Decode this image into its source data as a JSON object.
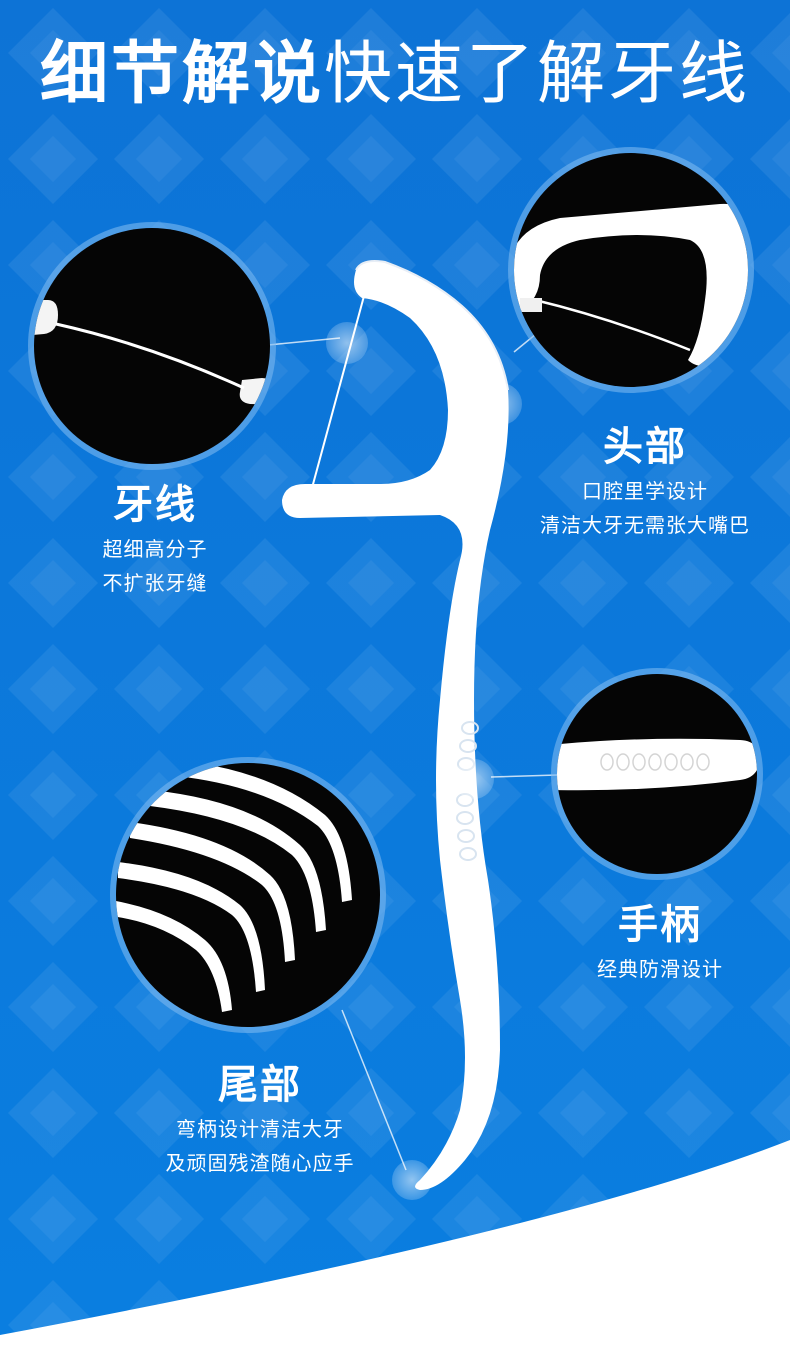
{
  "colors": {
    "background_blue": "#0a78d8",
    "circle_black": "#050505",
    "floss_white": "#ffffff"
  },
  "title": {
    "bold": "细节解说",
    "light": "快速了解牙线"
  },
  "details": {
    "floss": {
      "heading": "牙线",
      "lines": [
        "超细高分子",
        "不扩张牙缝"
      ]
    },
    "head": {
      "heading": "头部",
      "lines": [
        "口腔里学设计",
        "清洁大牙无需张大嘴巴"
      ]
    },
    "handle": {
      "heading": "手柄",
      "lines": [
        "经典防滑设计"
      ]
    },
    "tail": {
      "heading": "尾部",
      "lines": [
        "弯柄设计清洁大牙",
        "及顽固残渣随心应手"
      ]
    }
  },
  "icons": {
    "floss_pick": "floss-pick-icon",
    "zoom": "zoom-circle-icon",
    "marker": "marker-dot-icon"
  }
}
